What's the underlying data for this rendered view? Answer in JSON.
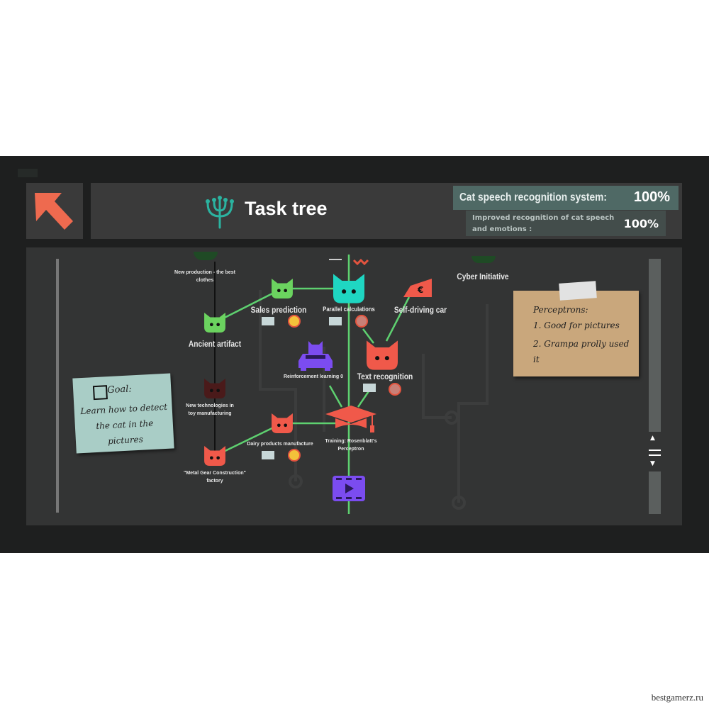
{
  "header": {
    "title": "Task tree",
    "back_icon": "arrow-up-left-icon",
    "tree_icon": "tree-icon"
  },
  "progress": {
    "main_label": "Cat speech recognition system:",
    "main_value": "100%",
    "sub_label": "Improved recognition of cat speech and emotions :",
    "sub_value": "100%"
  },
  "nodes": {
    "new_production": "New production - the best clothes",
    "sales_prediction": "Sales prediction",
    "parallel_calculations": "Parallel calculations",
    "self_driving_car": "Self-driving car",
    "ancient_artifact": "Ancient artifact",
    "reinforcement_learning": "Reinforcement learning 0",
    "text_recognition": "Text recognition",
    "new_technologies": "New technologies in toy manufacturing",
    "dairy_products": "Dairy products manufacture",
    "training": "Training: Rosenblatt's Perceptron",
    "metal_gear": "\"Metal Gear Construction\" factory",
    "cyber_initiative": "Cyber Initiative"
  },
  "colors": {
    "green": "#6bd35f",
    "teal": "#1fd6c2",
    "red": "#f0594a",
    "purple": "#7b4cf0",
    "dark_red": "#4a1a1a",
    "line": "#5ed170",
    "accent": "#ee6a4f"
  },
  "goal_note": {
    "line1": "Goal:",
    "line2": "Learn how to detect the cat in the pictures"
  },
  "perceptron_note": {
    "title": "Perceptrons:",
    "item1": "1. Good for pictures",
    "item2": "2. Grampa prolly used it"
  },
  "scrollbar": {
    "up": "▲",
    "down": "▼"
  },
  "watermark": "bestgamerz.ru"
}
